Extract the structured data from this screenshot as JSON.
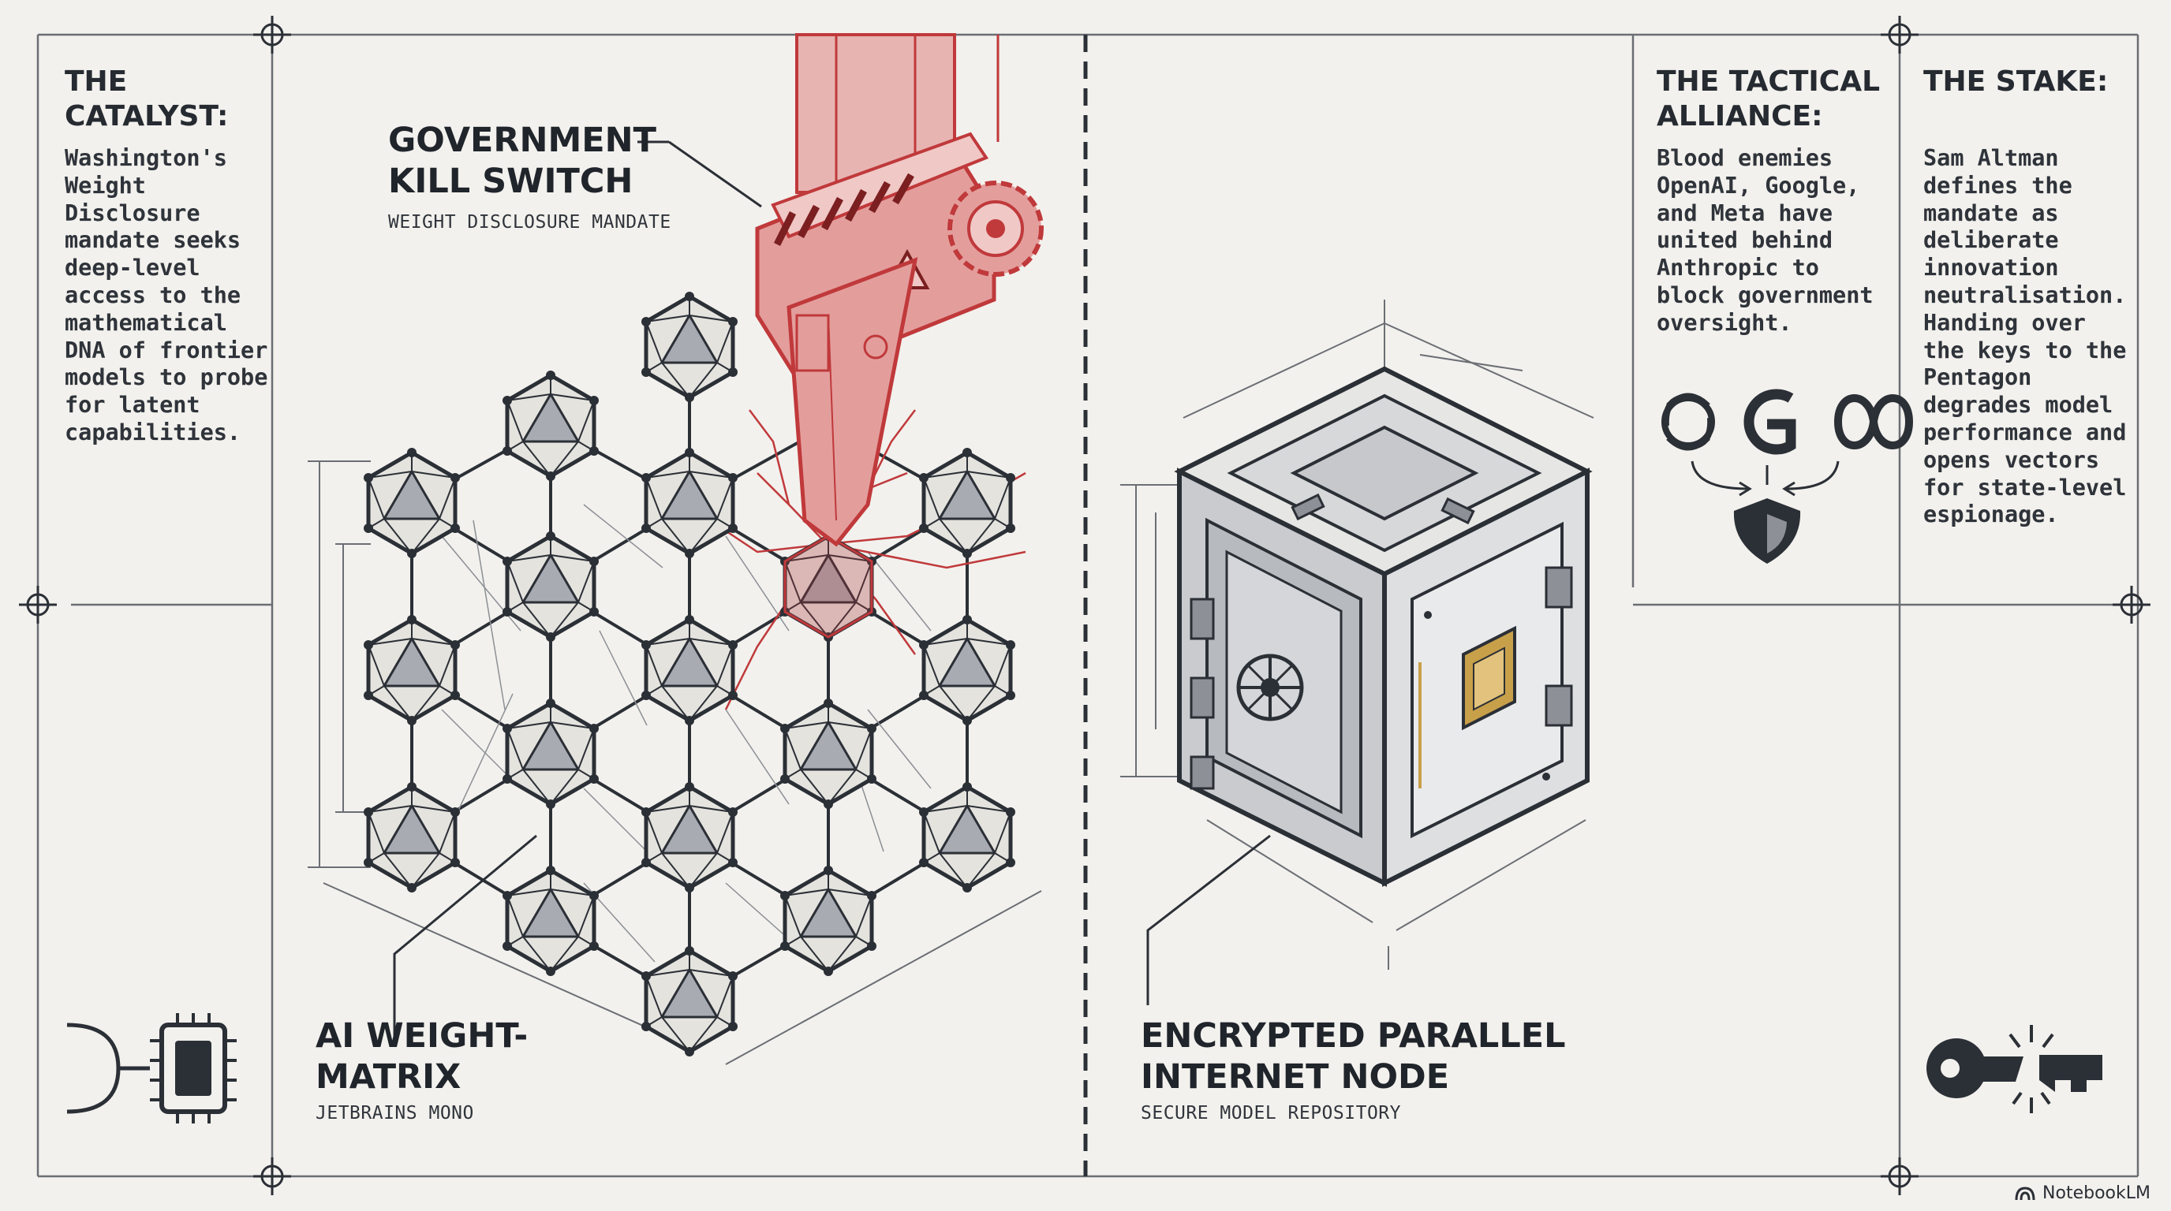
{
  "catalyst": {
    "title": "THE CATALYST:",
    "body": "Washington's Weight Disclosure mandate seeks deep-level access to the mathematical DNA of frontier models to probe for latent capabilities."
  },
  "kill_switch": {
    "title": "GOVERNMENT KILL SWITCH",
    "subtitle": "WEIGHT DISCLOSURE MANDATE"
  },
  "weight_matrix": {
    "title": "AI WEIGHT-MATRIX",
    "subtitle": "JETBRAINS MONO"
  },
  "node": {
    "title": "ENCRYPTED PARALLEL INTERNET NODE",
    "subtitle": "SECURE MODEL REPOSITORY"
  },
  "alliance": {
    "title": "THE TACTICAL ALLIANCE:",
    "body": "Blood enemies OpenAI, Google, and Meta have united behind Anthropic to block government oversight.",
    "logos": [
      "openai-logo-icon",
      "google-g-icon",
      "meta-infinity-icon"
    ],
    "shield_icon": "shield-icon"
  },
  "stake": {
    "title": "THE STAKE:",
    "body": "Sam Altman defines the mandate as deliberate innovation neutralisation. Handing over the keys to the Pentagon degrades model performance and opens vectors for state-level espionage.",
    "icon": "broken-key-icon"
  },
  "brand": {
    "name": "NotebookLM"
  },
  "colors": {
    "ink": "#2b2f36",
    "accent_red": "#c0393b",
    "paper": "#f2f1ed",
    "gold": "#c8a04a"
  }
}
